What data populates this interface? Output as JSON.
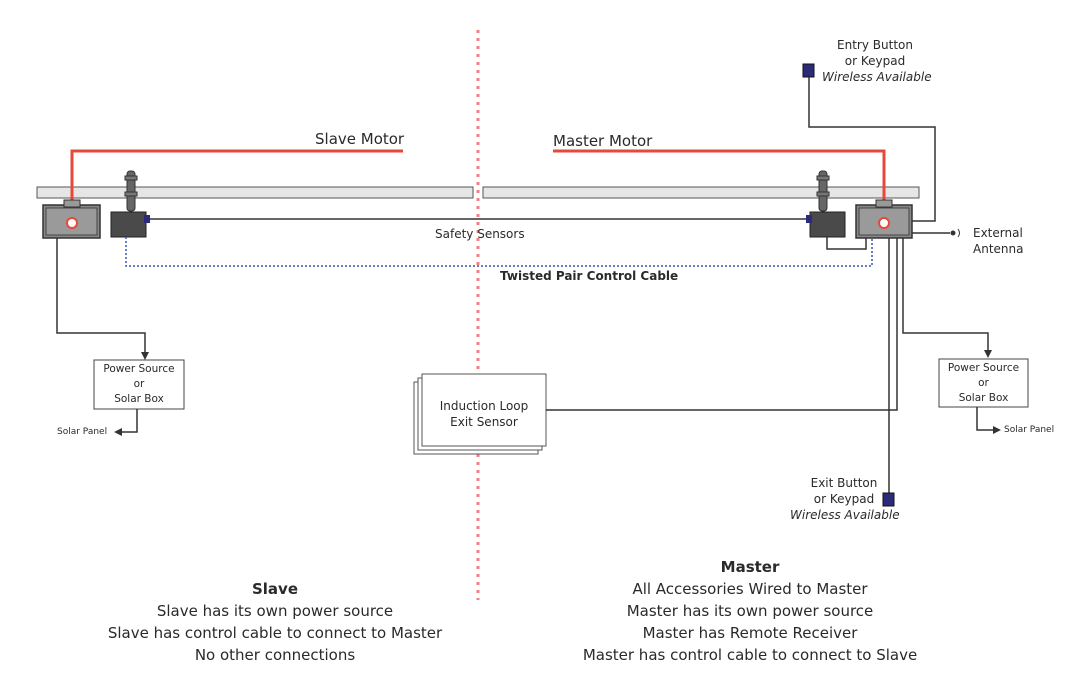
{
  "slave_motor_label": "Slave Motor",
  "master_motor_label": "Master Motor",
  "safety_sensors_label": "Safety Sensors",
  "twisted_pair_label": "Twisted Pair Control Cable",
  "external_antenna": {
    "line1": "External",
    "line2": "Antenna"
  },
  "entry_button": {
    "line1": "Entry Button",
    "line2": "or Keypad",
    "line3": "Wireless Available"
  },
  "exit_button": {
    "line1": "Exit Button",
    "line2": "or Keypad",
    "line3": "Wireless Available"
  },
  "induction_loop": {
    "line1": "Induction Loop",
    "line2": "Exit Sensor"
  },
  "slave_power": {
    "line1": "Power Source",
    "line2": "or",
    "line3": "Solar Box"
  },
  "master_power": {
    "line1": "Power Source",
    "line2": "or",
    "line3": "Solar Box"
  },
  "slave_solar_panel": "Solar Panel",
  "master_solar_panel": "Solar Panel",
  "slave_summary": {
    "title": "Slave",
    "lines": [
      "Slave has its own power source",
      "Slave has control cable to connect to Master",
      "No other connections"
    ]
  },
  "master_summary": {
    "title": "Master",
    "lines": [
      "All Accessories Wired to Master",
      "Master has its own power source",
      "Master has Remote Receiver",
      "Master has control cable to connect to Slave"
    ]
  },
  "colors": {
    "motor_line": "#e8483a",
    "divider": "#f08080",
    "control_cable": "#3355bb",
    "button": "#2b2b7a",
    "line": "#333333"
  }
}
